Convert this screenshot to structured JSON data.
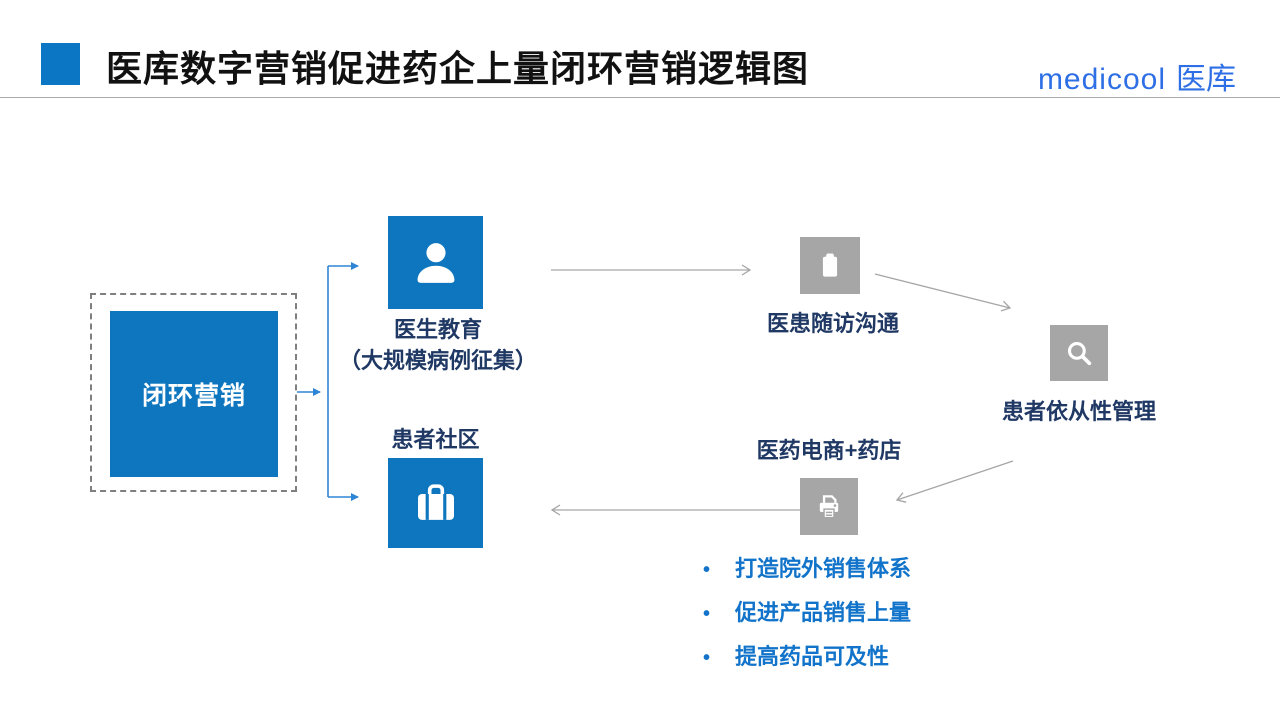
{
  "header": {
    "title": "医库数字营销促进药企上量闭环营销逻辑图",
    "logo": {
      "wordmark": "medicool",
      "cjk": "医库"
    }
  },
  "colors": {
    "primary_blue": "#0D76BF",
    "title_square_blue": "#0B76C4",
    "logo_blue": "#2F6FE6",
    "connector_blue": "#2E85D5",
    "gray_box": "#A6A6A6",
    "arrow_gray": "#A6A6A6",
    "navy_text": "#1F3864",
    "bullet_blue": "#1173C9"
  },
  "icons": {
    "root": "none",
    "doctor_education": "person-icon",
    "patient_community": "briefcase-icon",
    "followup": "clipboard-icon",
    "compliance": "search-icon",
    "pharmacy": "printer-icon"
  },
  "diagram": {
    "root": {
      "label": "闭环营销"
    },
    "doctor_education": {
      "label": "医生教育",
      "sublabel": "（大规模病例征集）"
    },
    "patient_community": {
      "label": "患者社区"
    },
    "followup": {
      "label": "医患随访沟通"
    },
    "compliance": {
      "label": "患者依从性管理"
    },
    "pharmacy": {
      "label": "医药电商+药店"
    },
    "bullets": [
      "打造院外销售体系",
      "促进产品销售上量",
      "提高药品可及性"
    ]
  }
}
